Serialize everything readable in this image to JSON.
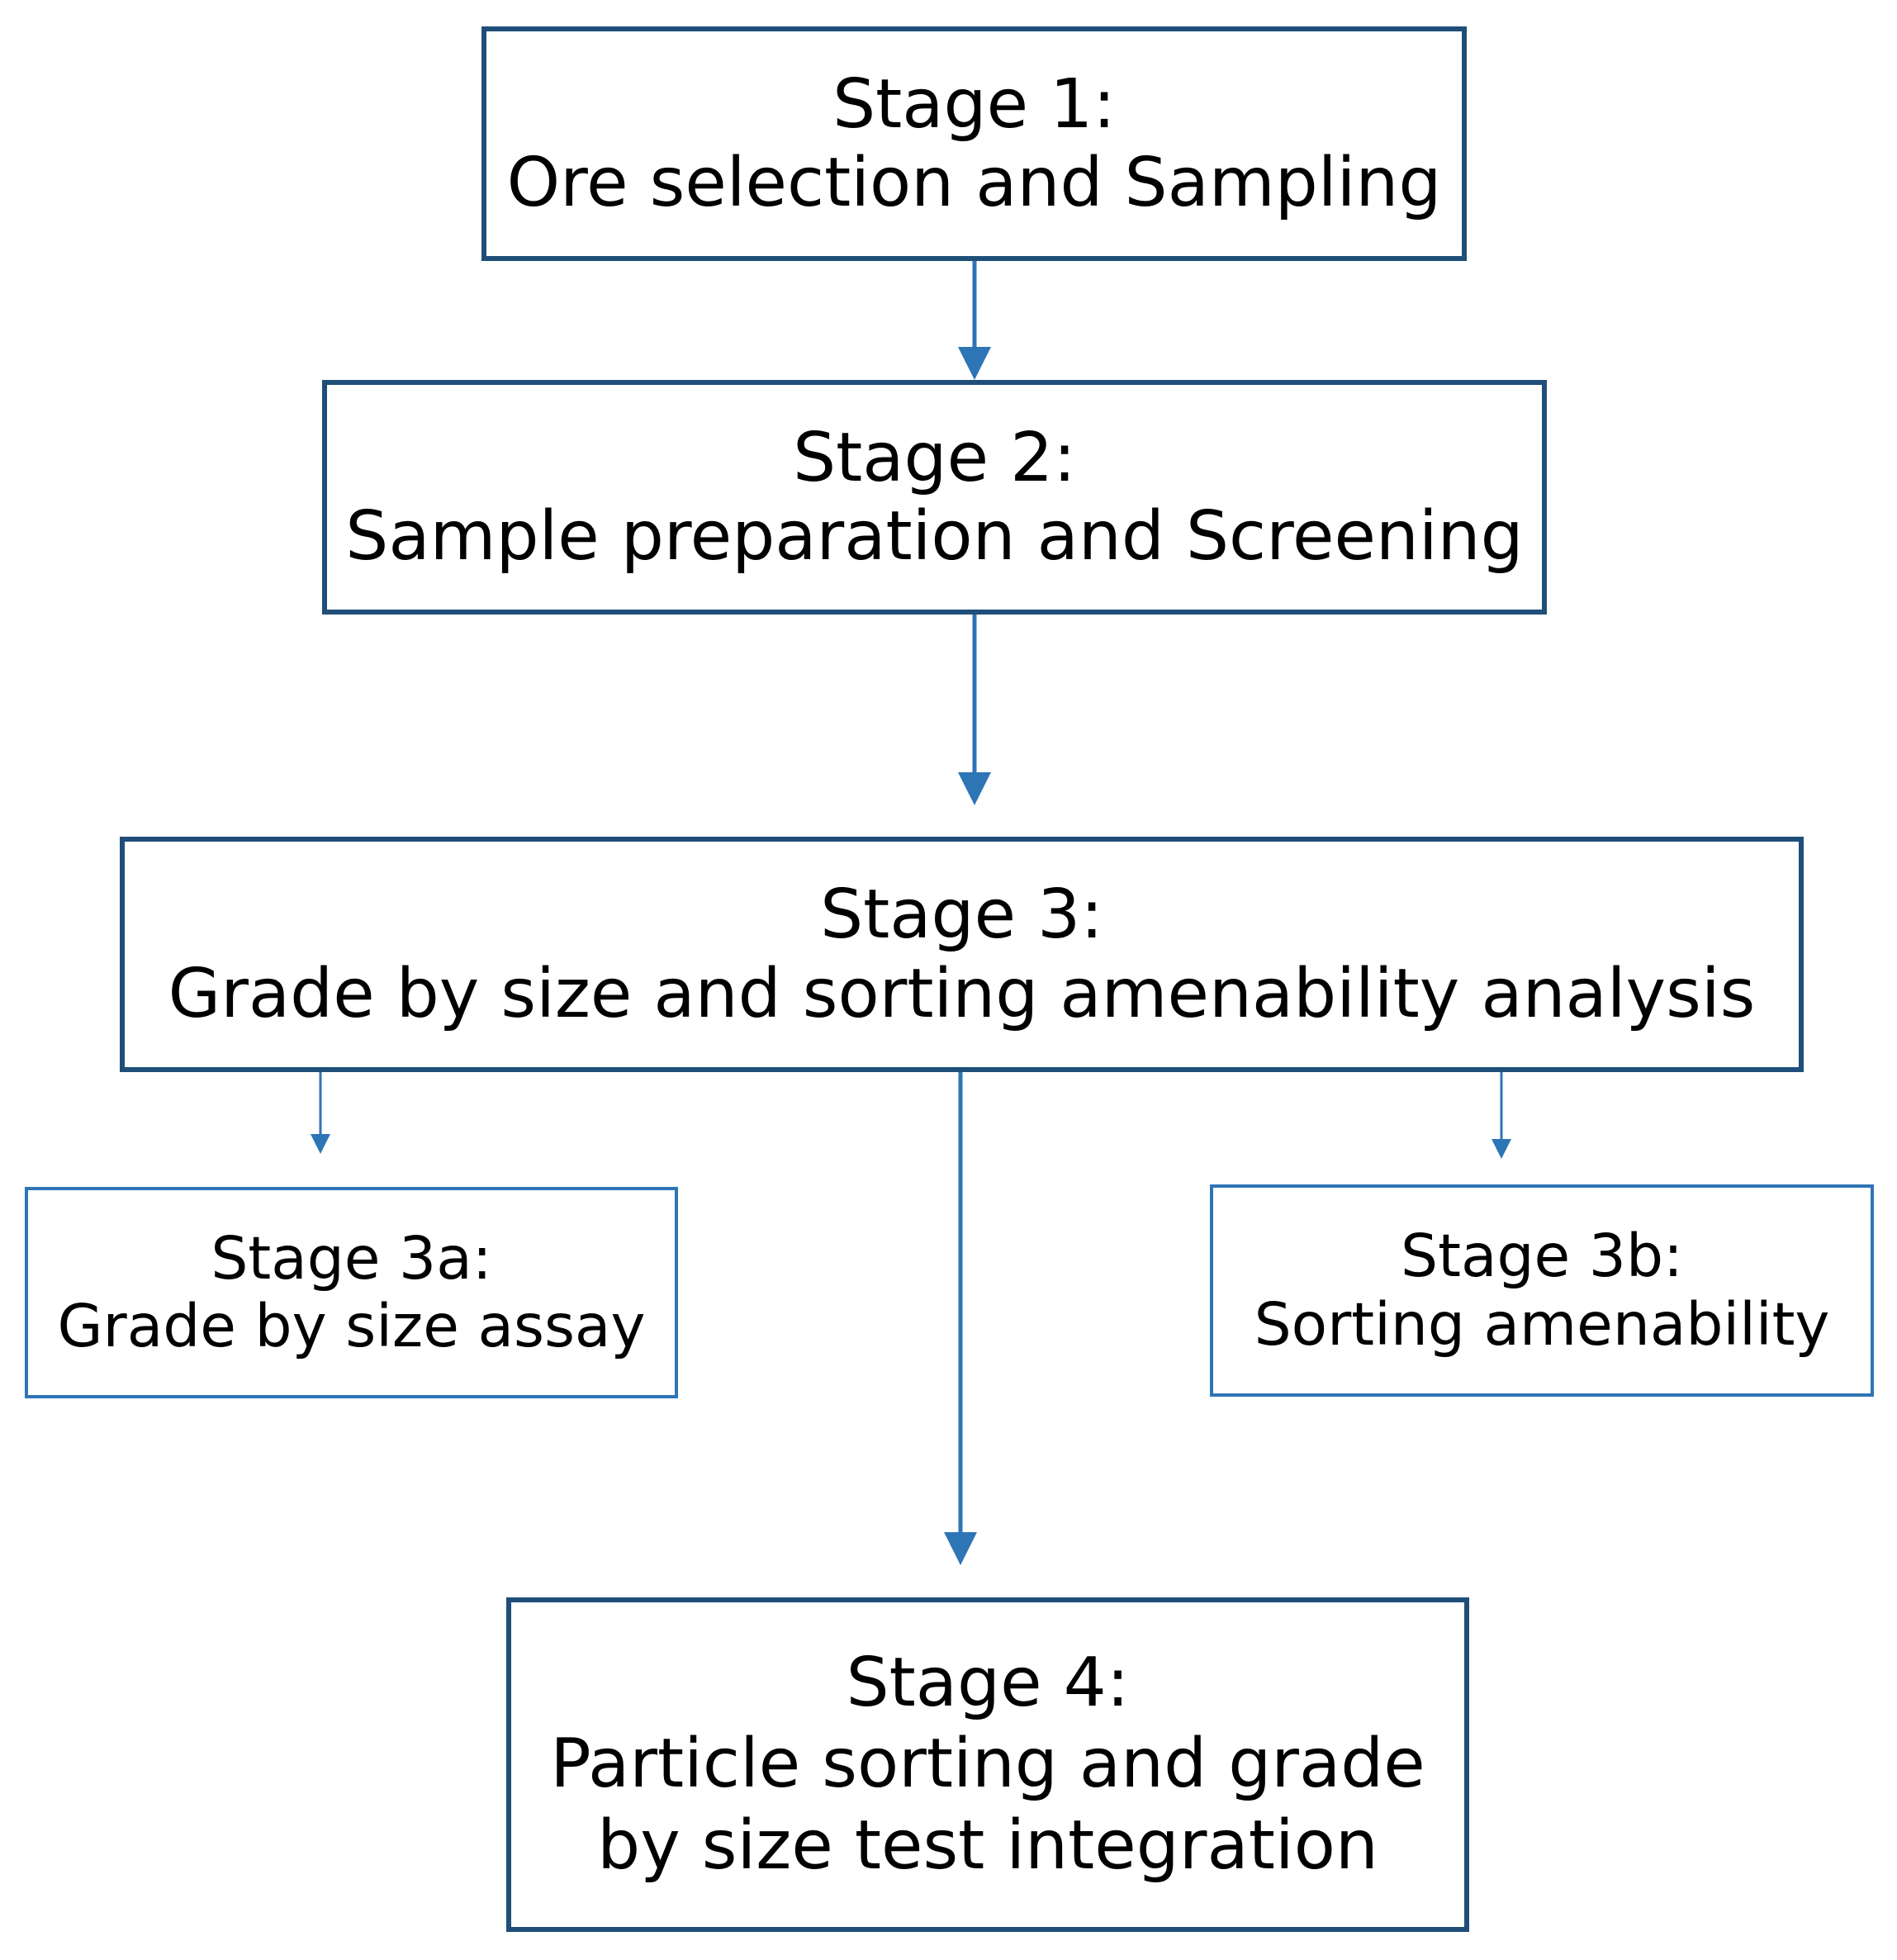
{
  "colors": {
    "box_border": "#1f4e79",
    "box_border_light": "#2e75b6",
    "arrow": "#2e75b6",
    "text": "#000000",
    "background": "#ffffff"
  },
  "stages": {
    "stage1": {
      "title": "Stage 1:",
      "desc": "Ore selection and Sampling"
    },
    "stage2": {
      "title": "Stage 2:",
      "desc": "Sample preparation and Screening"
    },
    "stage3": {
      "title": "Stage 3:",
      "desc": "Grade by size and sorting amenability analysis"
    },
    "stage3a": {
      "title": "Stage 3a:",
      "desc": "Grade by size assay"
    },
    "stage3b": {
      "title": "Stage 3b:",
      "desc": "Sorting amenability"
    },
    "stage4": {
      "title": "Stage 4:",
      "desc_line1": "Particle sorting and grade",
      "desc_line2": "by size test integration"
    }
  }
}
